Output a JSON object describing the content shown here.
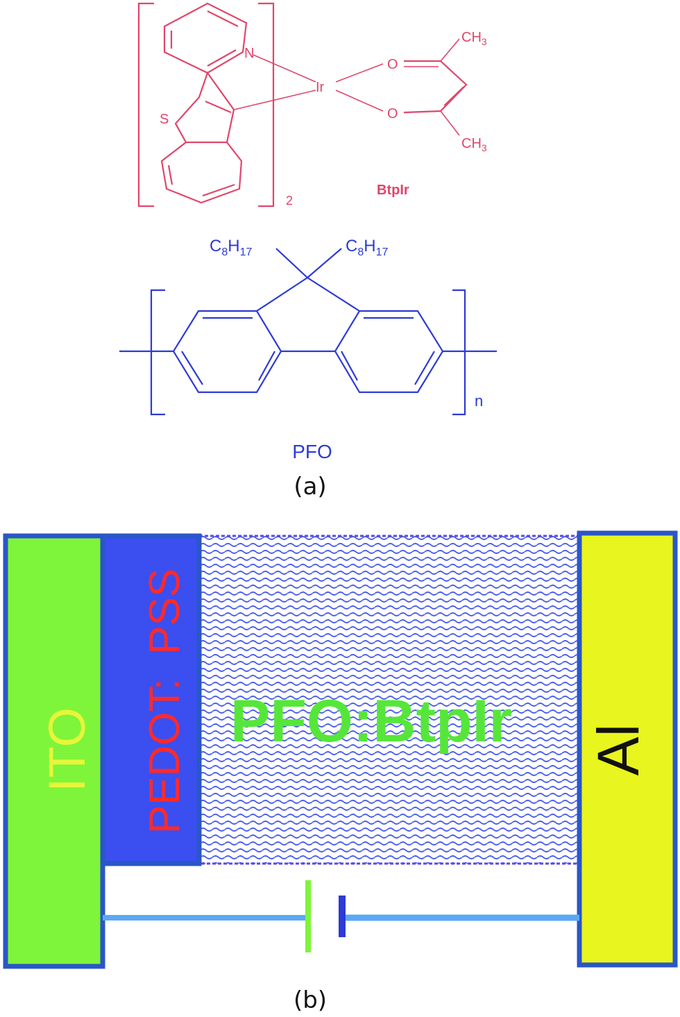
{
  "panel_a": {
    "label": "(a)",
    "btpir": {
      "name": "BtpIr",
      "atom_n": "N",
      "atom_s": "S",
      "atom_ir": "Ir",
      "atom_o_top": "O",
      "atom_o_bottom": "O",
      "methyl_top": "CH",
      "methyl_top_sub": "3",
      "methyl_bottom": "CH",
      "methyl_bottom_sub": "3",
      "bracket_subscript": "2",
      "color": "#e0466a"
    },
    "pfo": {
      "name": "PFO",
      "chain_left_c": "C",
      "chain_left_c_sub": "8",
      "chain_left_h": "H",
      "chain_left_h_sub": "17",
      "chain_right_c": "C",
      "chain_right_c_sub": "8",
      "chain_right_h": "H",
      "chain_right_h_sub": "17",
      "repeat_subscript": "n",
      "color": "#2d3ad6"
    }
  },
  "panel_b": {
    "label": "(b)",
    "layers": {
      "ito": {
        "label": "ITO",
        "fill": "#7ef53a",
        "text_color": "#e8f53a"
      },
      "pedot": {
        "label": "PEDOT:  PSS",
        "fill": "#3b4ef0",
        "text_color": "#ff2a2a"
      },
      "emissive": {
        "label": "PFO:BtpIr",
        "text_color": "#56e63a"
      },
      "al": {
        "label": "Al",
        "fill": "#e8f51e",
        "text_color": "#111111"
      }
    },
    "wire_color": "#5aa8f5",
    "battery_positive_color": "#7ef53a",
    "battery_negative_color": "#2d3ad6",
    "border_color": "#2a56c8"
  }
}
